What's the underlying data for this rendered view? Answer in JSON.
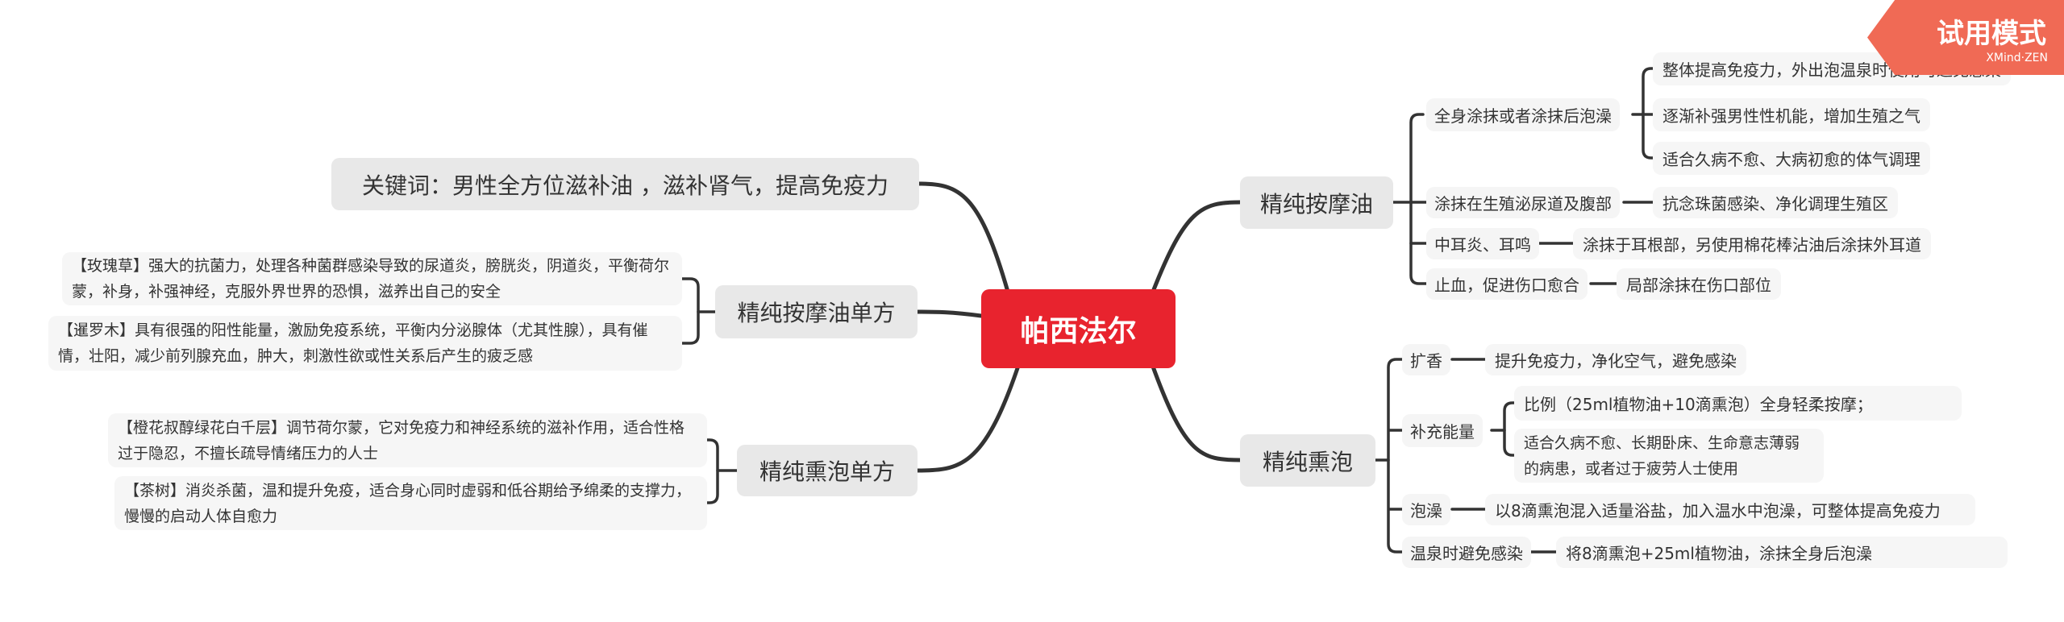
{
  "watermark": {
    "title": "试用模式",
    "subtitle": "XMind·ZEN",
    "color": "#f06a55"
  },
  "central": {
    "label": "帕西法尔",
    "color": "#e8232e"
  },
  "left": {
    "keyword": "关键词：男性全方位滋补油 ，滋补肾气，提高免疫力",
    "massage_single": {
      "label": "精纯按摩油单方",
      "items": [
        "【玫瑰草】强大的抗菌力，处理各种菌群感染导致的尿道炎，膀胱炎，阴道炎，平衡荷尔蒙，补身，补强神经，克服外界世界的恐惧，滋养出自己的安全",
        "【暹罗木】具有很强的阳性能量，激励免疫系统，平衡内分泌腺体（尤其性腺），具有催情，壮阳，减少前列腺充血，肿大，刺激性欲或性关系后产生的疲乏感"
      ]
    },
    "fumigation_single": {
      "label": "精纯熏泡单方",
      "items": [
        "【橙花叔醇绿花白千层】调节荷尔蒙，它对免疫力和神经系统的滋补作用，适合性格过于隐忍，不擅长疏导情绪压力的人士",
        "【茶树】消炎杀菌，温和提升免疫，适合身心同时虚弱和低谷期给予绵柔的支撑力，慢慢的启动人体自愈力"
      ]
    }
  },
  "right": {
    "massage_oil": {
      "label": "精纯按摩油",
      "branches": [
        {
          "label": "全身涂抹或者涂抹后泡澡",
          "items": [
            "整体提高免疫力，外出泡温泉时使用可避免感染",
            "逐渐补强男性性机能，增加生殖之气",
            "适合久病不愈、大病初愈的体气调理"
          ]
        },
        {
          "label": "涂抹在生殖泌尿道及腹部",
          "items": [
            "抗念珠菌感染、净化调理生殖区"
          ]
        },
        {
          "label": "中耳炎、耳鸣",
          "items": [
            "涂抹于耳根部，另使用棉花棒沾油后涂抹外耳道"
          ]
        },
        {
          "label": "止血，促进伤口愈合",
          "items": [
            "局部涂抹在伤口部位"
          ]
        }
      ]
    },
    "fumigation": {
      "label": "精纯熏泡",
      "branches": [
        {
          "label": "扩香",
          "items": [
            "提升免疫力，净化空气，避免感染"
          ]
        },
        {
          "label": "补充能量",
          "items": [
            "比例（25ml植物油+10滴熏泡）全身轻柔按摩；",
            "适合久病不愈、长期卧床、生命意志薄弱的病患，或者过于疲劳人士使用"
          ]
        },
        {
          "label": "泡澡",
          "items": [
            "以8滴熏泡混入适量浴盐，加入温水中泡澡，可整体提高免疫力"
          ]
        },
        {
          "label": "温泉时避免感染",
          "items": [
            "将8滴熏泡+25ml植物油，涂抹全身后泡澡"
          ]
        }
      ]
    }
  }
}
